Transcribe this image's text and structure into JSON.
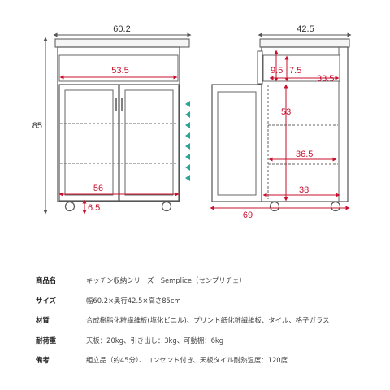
{
  "dimensions": {
    "front_width": "60.2",
    "inner_width": "53.5",
    "height": "85",
    "door_height": "56",
    "leg_height": "6.5",
    "side_depth": "42.5",
    "drawer_top_gap": "9.5",
    "drawer_height": "7.5",
    "drawer_depth": "33.5",
    "interior_height": "53",
    "shelf_depth": "36.5",
    "cabinet_depth": "38",
    "open_depth": "69"
  },
  "colors": {
    "dimension": "#c8102e",
    "line": "#555555",
    "shelf_arrow": "#2aa39a",
    "glass": "#ffffff"
  },
  "specs": [
    {
      "key": "商品名",
      "value": "キッチン収納シリーズ　Semplice（センプリチェ）"
    },
    {
      "key": "サイズ",
      "value": "幅60.2×奥行42.5×高さ85cm"
    },
    {
      "key": "材質",
      "value": "合成樹脂化粧繊維板(塩化ビニル)、プリント紙化粧繊維板、タイル、格子ガラス"
    },
    {
      "key": "耐荷重",
      "value": "天板：20kg、引き出し：3kg、可動棚：6kg"
    },
    {
      "key": "備考",
      "value": "組立品（約45分）、コンセント付き、天板タイル耐熱温度：120度"
    }
  ]
}
